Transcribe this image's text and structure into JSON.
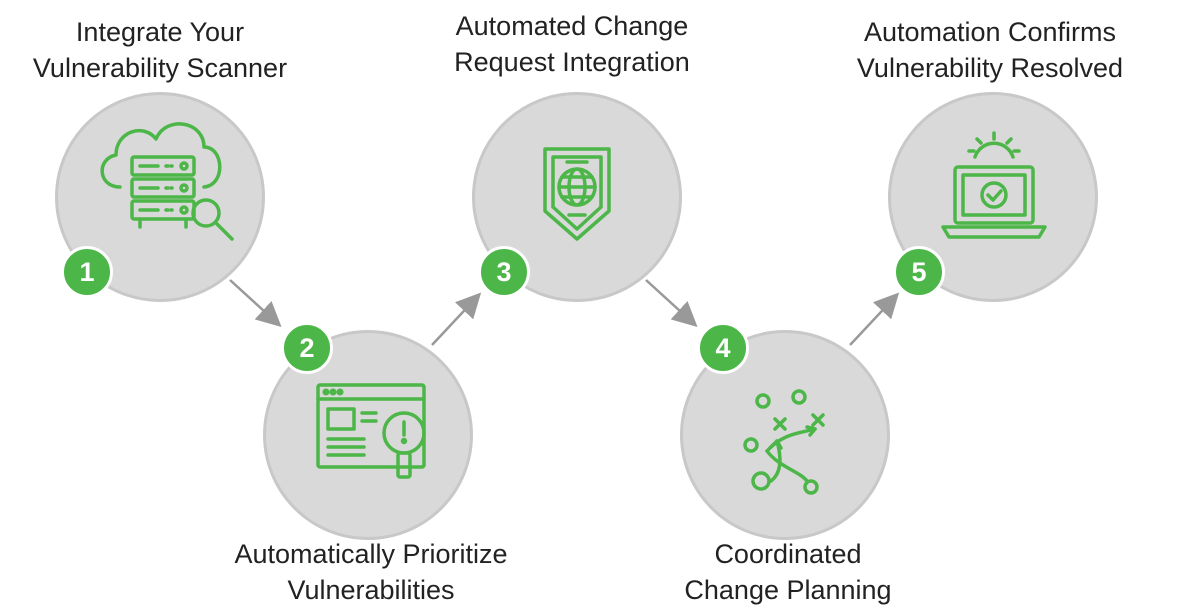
{
  "steps": [
    {
      "number": "1",
      "lines": [
        "Integrate Your",
        "Vulnerability Scanner"
      ],
      "icon": "cloud-server-search-icon"
    },
    {
      "number": "2",
      "lines": [
        "Automatically Prioritize",
        "Vulnerabilities"
      ],
      "icon": "webpage-alert-magnifier-icon"
    },
    {
      "number": "3",
      "lines": [
        "Automated Change",
        "Request Integration"
      ],
      "icon": "shield-globe-icon"
    },
    {
      "number": "4",
      "lines": [
        "Coordinated",
        "Change Planning"
      ],
      "icon": "strategy-play-icon"
    },
    {
      "number": "5",
      "lines": [
        "Automation Confirms",
        "Vulnerability Resolved"
      ],
      "icon": "laptop-gear-check-icon"
    }
  ],
  "colors": {
    "accent": "#4cb648",
    "circle": "#d9d9d9",
    "circle_border": "#c8c8c8",
    "arrow": "#999999",
    "text": "#222222"
  }
}
